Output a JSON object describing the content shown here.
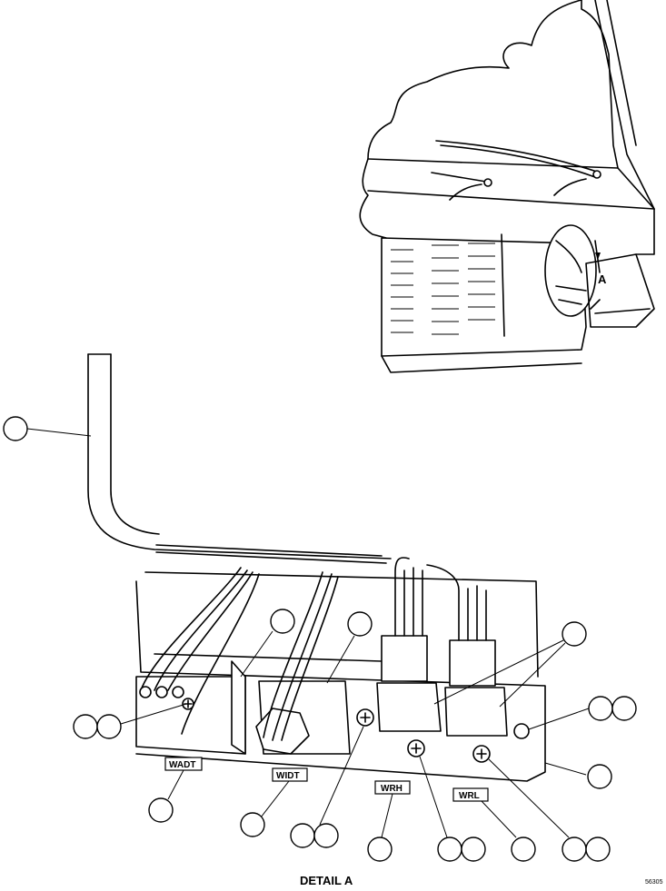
{
  "view_marker": "A",
  "detail_title": "DETAIL A",
  "drawing_number": "56305",
  "tags": [
    "WADT",
    "WIDT",
    "WRH",
    "WRL"
  ]
}
